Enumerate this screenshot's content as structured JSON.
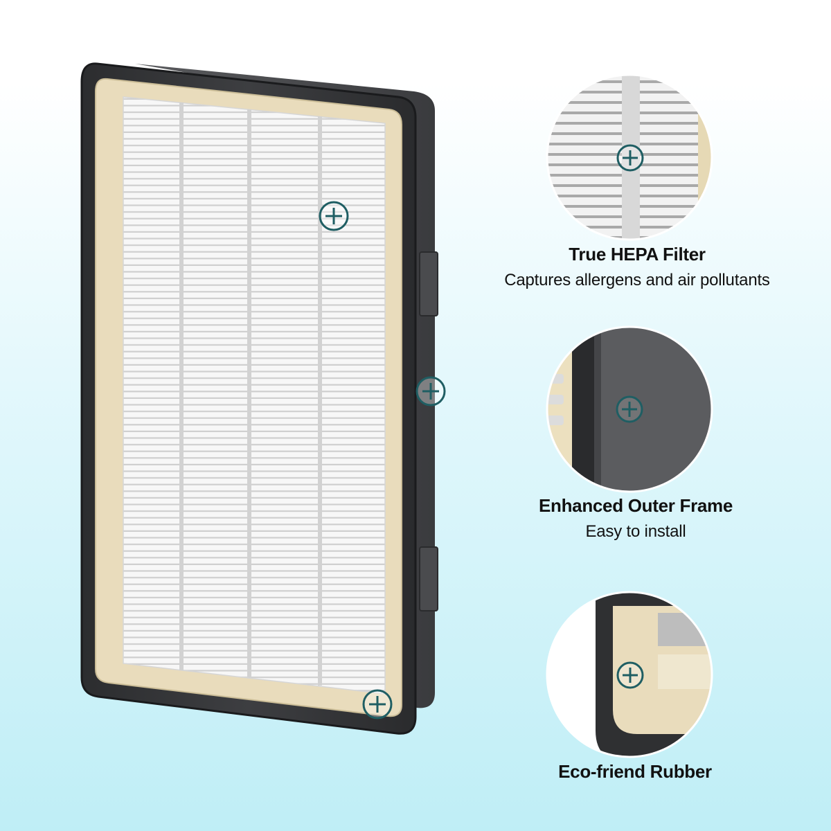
{
  "colors": {
    "frame": "#3a3b3d",
    "frame_edge": "#1f2022",
    "rubber_gasket": "#e9dcbc",
    "filter_media": "#f5f5f5",
    "pleat_line": "#c9c9c9",
    "marker": "#1f5e63",
    "text": "#111111"
  },
  "markers": {
    "icon": "plus-in-circle-icon"
  },
  "features": [
    {
      "title": "True HEPA Filter",
      "subtitle": "Captures allergens and air pollutants"
    },
    {
      "title": "Enhanced Outer Frame",
      "subtitle": "Easy to install"
    },
    {
      "title": "Eco-friend Rubber",
      "subtitle": ""
    }
  ]
}
